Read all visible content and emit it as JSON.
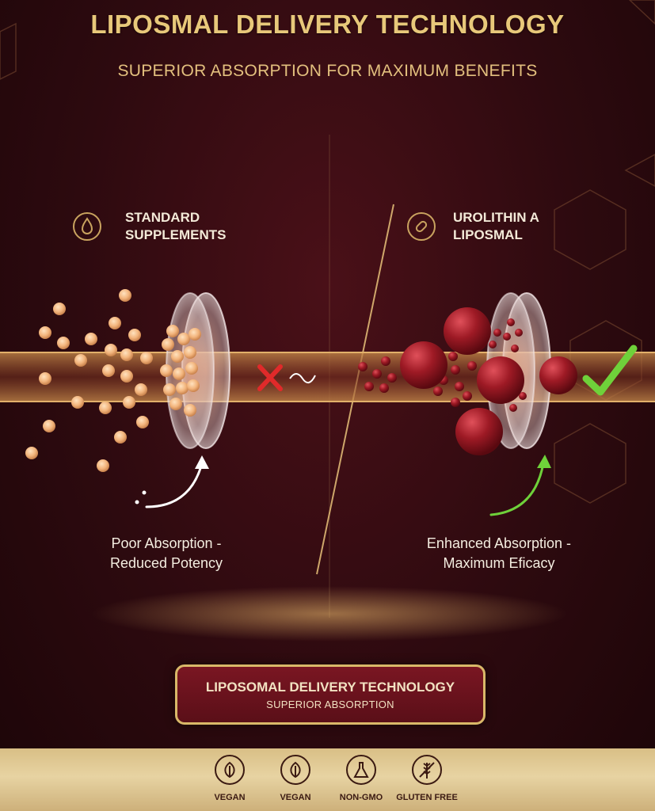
{
  "header": {
    "title": "LIPOSMAL DELIVERY TECHNOLOGY",
    "subtitle": "SUPERIOR ABSORPTION FOR MAXIMUM BENEFITS"
  },
  "left_panel": {
    "heading_line1": "STANDARD",
    "heading_line2": "SUPPLEMENTS",
    "icon": "water-drop-icon",
    "caption_line1": "Poor Absorption -",
    "caption_line2": "Reduced Potency",
    "status_icon": "red-x-icon"
  },
  "right_panel": {
    "heading_line1": "UROLITHIN A",
    "heading_line2": "LIPOSMAL",
    "icon": "capsule-icon",
    "caption_line1": "Enhanced Absorption -",
    "caption_line2": "Maximum Eficacy",
    "status_icon": "green-check-icon"
  },
  "badge": {
    "title": "LIPOSOMAL DELIVERY TECHNOLOGY",
    "subtitle": "SUPERIOR ABSORPTION"
  },
  "footer": {
    "items": [
      {
        "label": "VEGAN",
        "icon": "leaf-icon"
      },
      {
        "label": "VEGAN",
        "icon": "leaf-icon"
      },
      {
        "label": "NON-GMO",
        "icon": "flask-icon"
      },
      {
        "label": "GLUTEN FREE",
        "icon": "wheat-icon"
      }
    ]
  },
  "colors": {
    "background": "#2d0a0f",
    "gold": "#e8c87a",
    "accent_red": "#e02a2a",
    "accent_green": "#6fd13a"
  }
}
